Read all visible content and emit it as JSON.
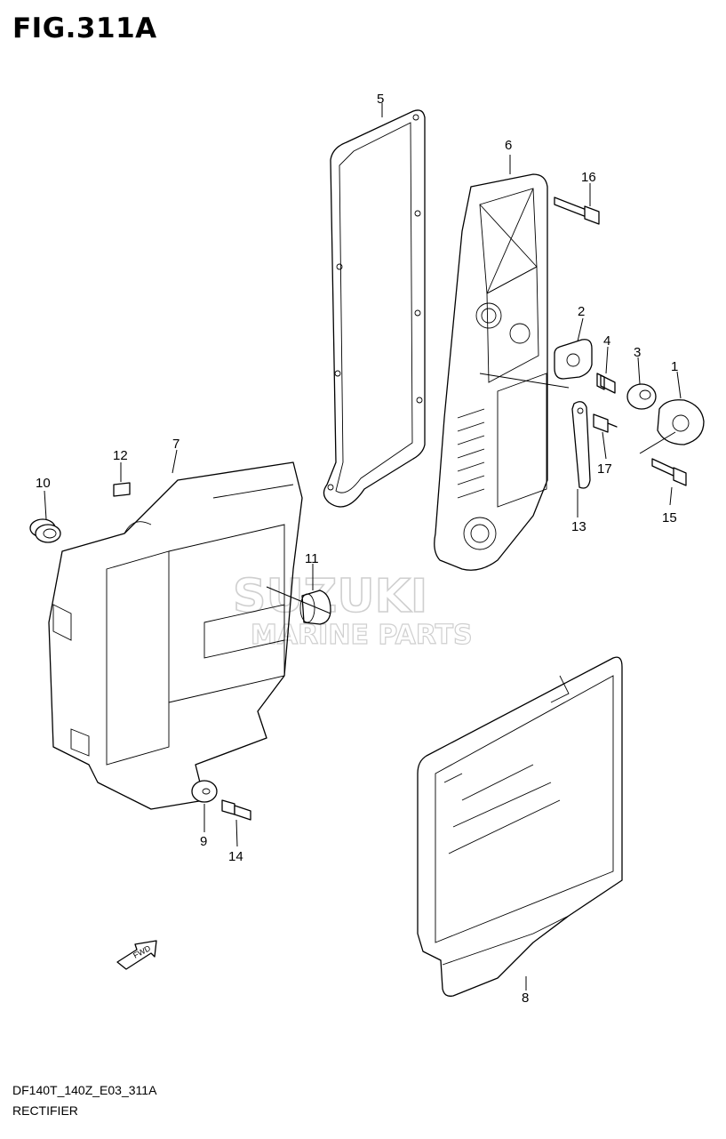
{
  "figure": {
    "title": "FIG.311A",
    "code": "DF140T_140Z_E03_311A",
    "name": "RECTIFIER"
  },
  "watermark": {
    "line1": "SUZUKI",
    "line2": "MARINE PARTS"
  },
  "fwd_label": "FWD",
  "callouts": [
    "1",
    "2",
    "3",
    "4",
    "5",
    "6",
    "7",
    "8",
    "9",
    "10",
    "11",
    "12",
    "13",
    "14",
    "15",
    "16",
    "17"
  ]
}
